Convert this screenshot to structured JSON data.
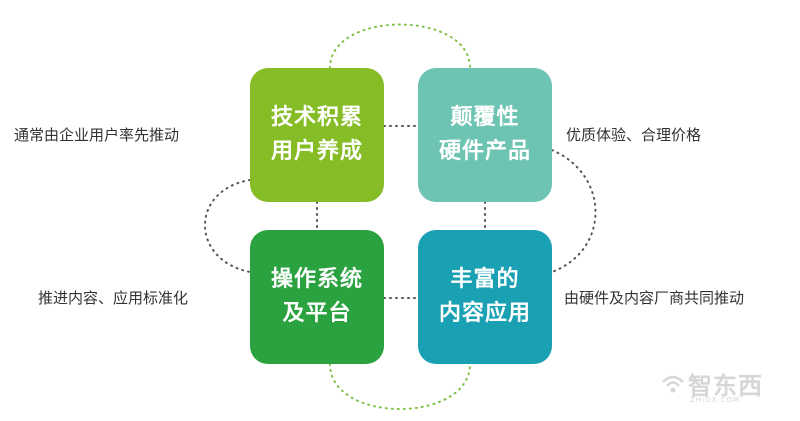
{
  "boxes": {
    "top_left": {
      "line1": "技术积累",
      "line2": "用户养成",
      "color": "#86bd27"
    },
    "top_right": {
      "line1": "颠覆性",
      "line2": "硬件产品",
      "color": "#6dc4b2"
    },
    "bottom_left": {
      "line1": "操作系统",
      "line2": "及平台",
      "color": "#2aa23f"
    },
    "bottom_right": {
      "line1": "丰富的",
      "line2": "内容应用",
      "color": "#1aa0b3"
    }
  },
  "side_labels": {
    "top_left": "通常由企业用户率先推动",
    "top_right": "优质体验、合理价格",
    "bottom_left": "推进内容、应用标准化",
    "bottom_right": "由硬件及内容厂商共同推动"
  },
  "watermark": {
    "text": "智东西",
    "subtext": "ZHIDX.COM"
  },
  "colors": {
    "dot_line": "#7bc043",
    "dot_line_dark": "#555555"
  }
}
